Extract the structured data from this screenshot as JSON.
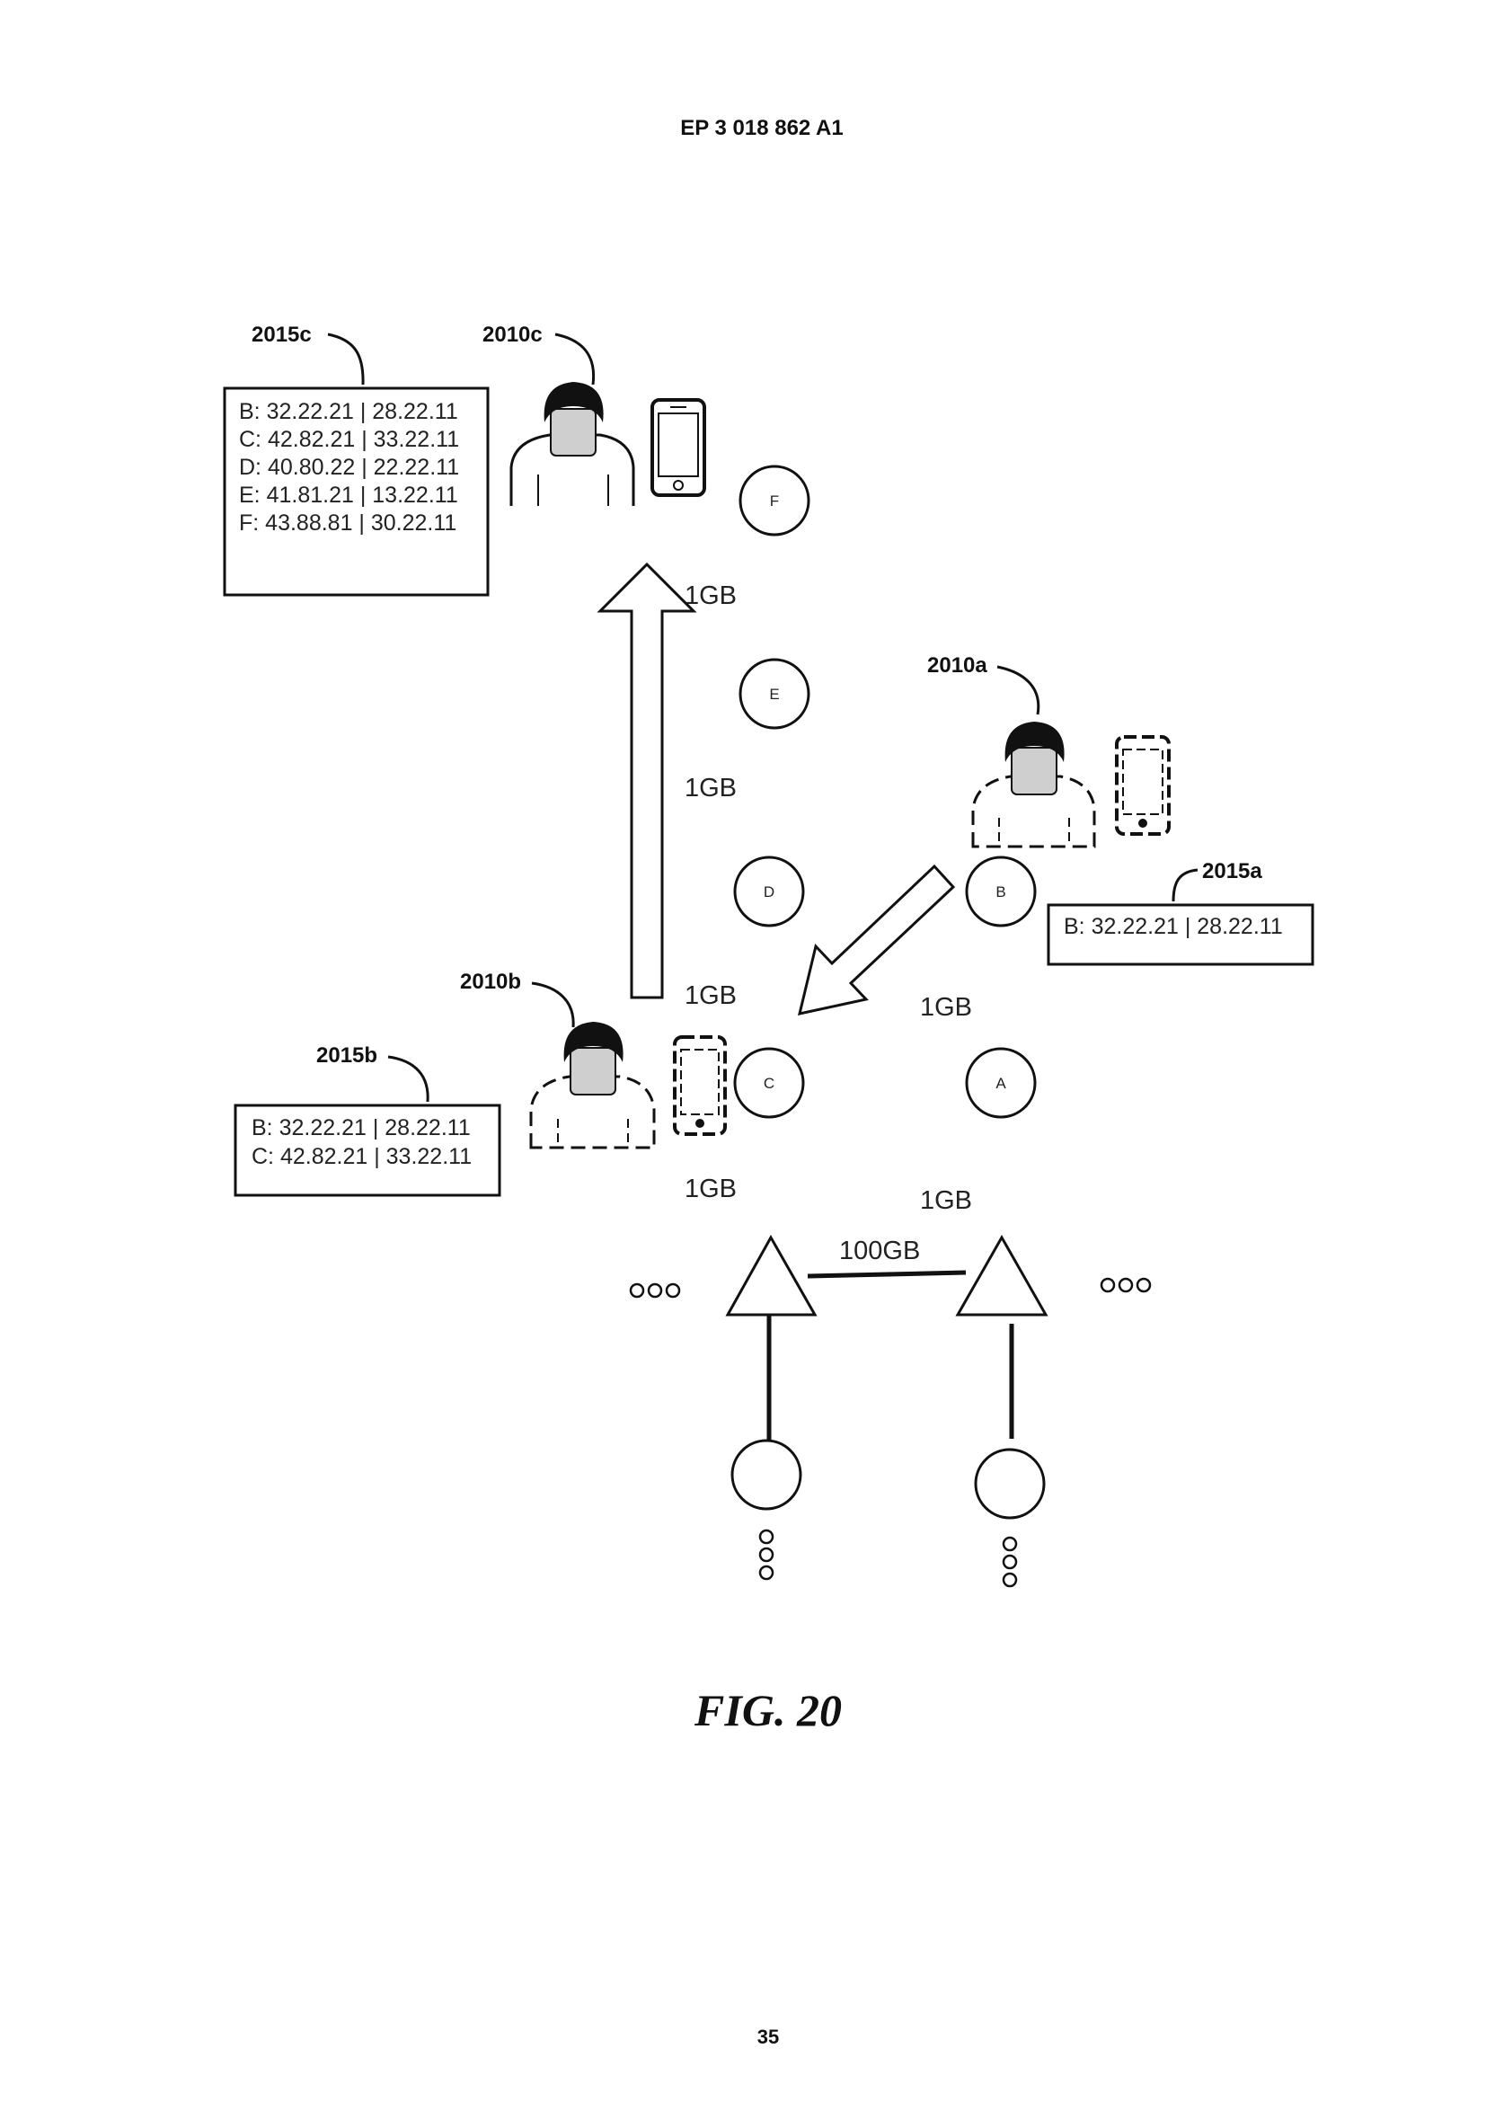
{
  "header": {
    "publication_number": "EP 3 018 862 A1"
  },
  "references": {
    "table_c": "2015c",
    "user_c": "2010c",
    "user_a": "2010a",
    "table_a": "2015a",
    "user_b": "2010b",
    "table_b": "2015b"
  },
  "tables": {
    "c": {
      "rows": [
        "B: 32.22.21 | 28.22.11",
        "C: 42.82.21 | 33.22.11",
        "D: 40.80.22 | 22.22.11",
        "E: 41.81.21 | 13.22.11",
        "F: 43.88.81 | 30.22.11"
      ]
    },
    "a": {
      "rows": [
        "B: 32.22.21 | 28.22.11"
      ]
    },
    "b": {
      "rows": [
        "B: 32.22.21 | 28.22.11",
        "C: 42.82.21 | 33.22.11"
      ]
    }
  },
  "nodes": {
    "f": "F",
    "e": "E",
    "d": "D",
    "b": "B",
    "c": "C",
    "a": "A"
  },
  "links": {
    "fe": "1GB",
    "ed": "1GB",
    "dc": "1GB",
    "ba": "1GB",
    "c_base": "1GB",
    "a_base": "1GB",
    "backbone": "100GB"
  },
  "ellipsis": {
    "left": "ooo",
    "right": "ooo",
    "down_left": "ooo",
    "down_right": "ooo"
  },
  "caption": "FIG. 20",
  "page_number": "35"
}
